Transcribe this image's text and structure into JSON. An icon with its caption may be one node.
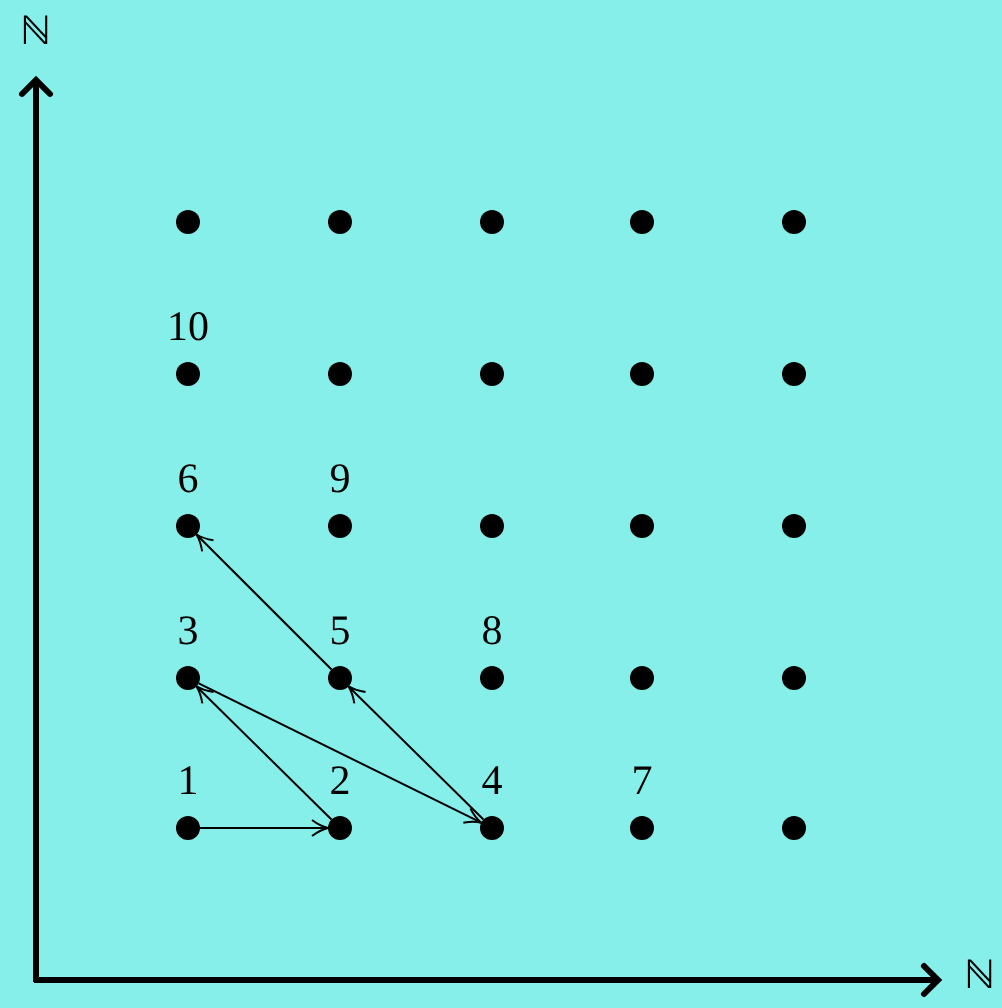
{
  "diagram": {
    "nodes": [
      {
        "text": [],
        "shape": "circle"
      },
      {
        "text": [],
        "shape": "circle"
      },
      {
        "text": [],
        "shape": "circle"
      },
      {
        "text": [],
        "shape": "circle"
      },
      {
        "text": [],
        "shape": "circle"
      },
      {
        "text": [],
        "shape": "circle",
        "beside": [
          "10"
        ]
      },
      {
        "text": [],
        "shape": "circle"
      },
      {
        "text": [],
        "shape": "circle"
      },
      {
        "text": [],
        "shape": "circle"
      },
      {
        "text": [],
        "shape": "circle"
      },
      {
        "text": [],
        "shape": "circle",
        "beside": [
          "6"
        ]
      },
      {
        "text": [],
        "shape": "circle",
        "beside": [
          "9"
        ]
      },
      {
        "text": [],
        "shape": "circle"
      },
      {
        "text": [],
        "shape": "circle"
      },
      {
        "text": [],
        "shape": "circle"
      },
      {
        "text": [],
        "shape": "circle",
        "beside": [
          "3"
        ]
      },
      {
        "text": [],
        "shape": "circle",
        "beside": [
          "5"
        ]
      },
      {
        "text": [],
        "shape": "circle",
        "beside": [
          "8"
        ]
      },
      {
        "text": [],
        "shape": "circle"
      },
      {
        "text": [],
        "shape": "circle"
      },
      {
        "text": [],
        "shape": "circle",
        "beside": [
          "1"
        ]
      },
      {
        "text": [],
        "shape": "circle",
        "beside": [
          "2"
        ]
      },
      {
        "text": [],
        "shape": "circle",
        "beside": [
          "4"
        ]
      },
      {
        "text": [],
        "shape": "circle",
        "beside": [
          "7"
        ]
      },
      {
        "text": [],
        "shape": "circle"
      }
    ],
    "edges": [
      {
        "from": 20,
        "to": 21,
        "arrow": "to"
      },
      {
        "from": 21,
        "to": 15,
        "arrow": "to"
      },
      {
        "from": 15,
        "to": 22,
        "arrow": "to"
      },
      {
        "from": 22,
        "to": 16,
        "arrow": "to"
      },
      {
        "from": 16,
        "to": 10,
        "arrow": "to"
      }
    ],
    "labels": [
      "ℕ",
      "ℕ"
    ]
  }
}
